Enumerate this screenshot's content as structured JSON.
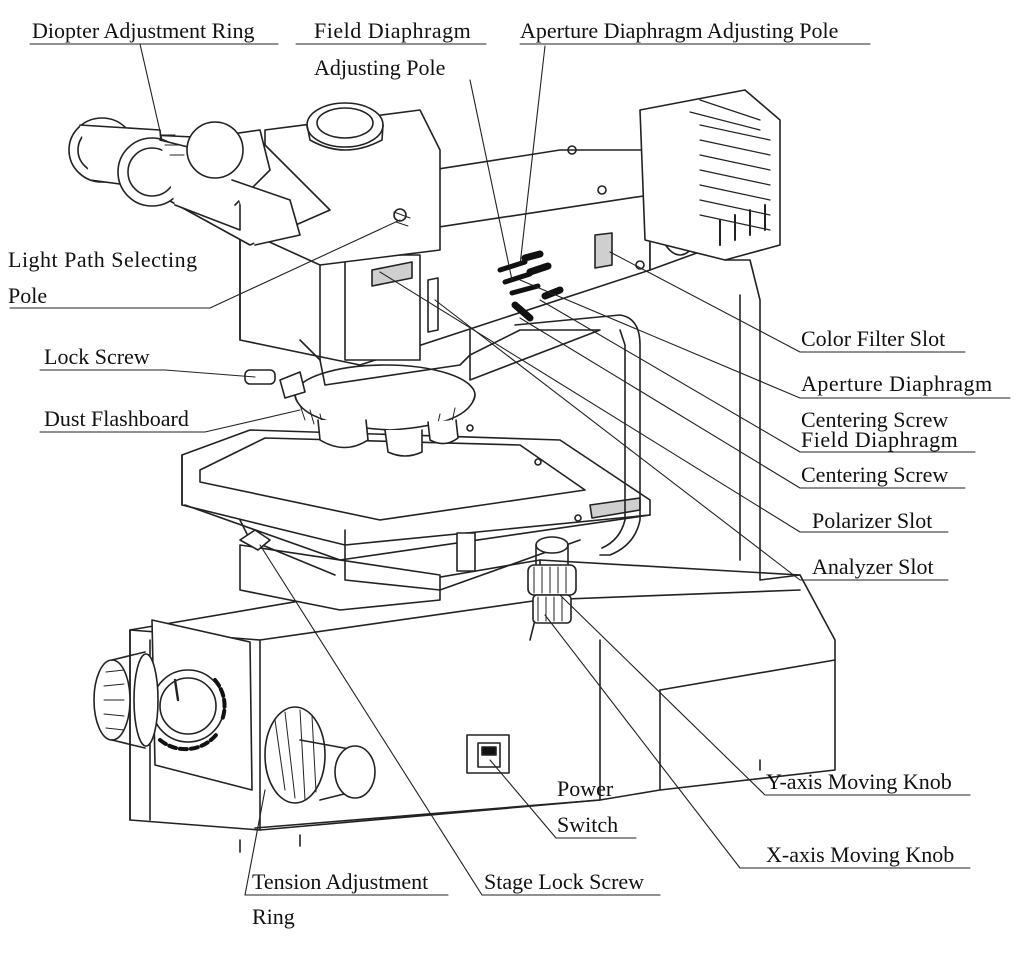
{
  "diagram": {
    "labels": {
      "diopter_ring": "Diopter Adjustment Ring",
      "field_pole_line1": "Field  Diaphragm",
      "field_pole_line2": "Adjusting Pole",
      "aperture_pole": "Aperture Diaphragm Adjusting Pole",
      "light_path_line1": "Light  Path  Selecting",
      "light_path_line2": "Pole",
      "lock_screw": "Lock Screw",
      "dust_flashboard": "Dust Flashboard",
      "color_filter_slot": "Color Filter Slot",
      "aperture_centering_line1": "Aperture  Diaphragm",
      "aperture_centering_line2": "Centering Screw",
      "field_centering_line1": "Field  Diaphragm",
      "field_centering_line2": "Centering Screw",
      "polarizer_slot": "Polarizer Slot",
      "analyzer_slot": "Analyzer Slot",
      "y_knob": "Y-axis Moving Knob",
      "x_knob": "X-axis Moving Knob",
      "power_line1": "Power",
      "power_line2": "Switch",
      "tension_line1": "Tension Adjustment",
      "tension_line2": "Ring",
      "stage_lock": "Stage Lock Screw"
    },
    "colors": {
      "line": "#222222",
      "fill": "#ffffff",
      "shade": "#cfcfcf",
      "dark": "#111111"
    }
  }
}
